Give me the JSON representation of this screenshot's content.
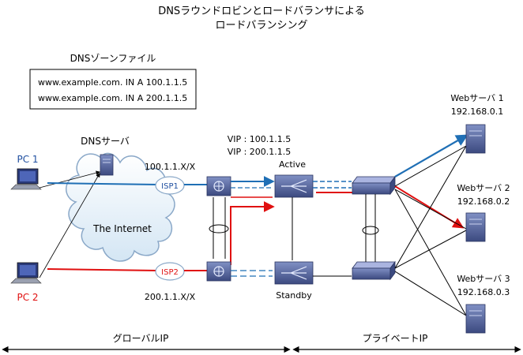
{
  "title_line1": "DNSラウンドロビンとロードバランサによる",
  "title_line2": "ロードバランシング",
  "zone_file": {
    "title": "DNSゾーンファイル",
    "records": [
      "www.example.com. IN A 100.1.1.5",
      "www.example.com. IN A 200.1.1.5"
    ]
  },
  "dns_server_label": "DNSサーバ",
  "pc1_label": "PC 1",
  "pc2_label": "PC 2",
  "internet_label": "The Internet",
  "isp1_label": "ISP1",
  "isp2_label": "ISP2",
  "net1_label": "100.1.1.X/X",
  "net2_label": "200.1.1.X/X",
  "vip1_label": "VIP : 100.1.1.5",
  "vip2_label": "VIP : 200.1.1.5",
  "active_label": "Active",
  "standby_label": "Standby",
  "servers": [
    {
      "name": "Webサーバ 1",
      "ip": "192.168.0.1"
    },
    {
      "name": "Webサーバ 2",
      "ip": "192.168.0.2"
    },
    {
      "name": "Webサーバ 3",
      "ip": "192.168.0.3"
    }
  ],
  "global_ip_label": "グローバルIP",
  "private_ip_label": "プライベートIP",
  "colors": {
    "blue_flow": "#1f6fb5",
    "red_flow": "#e01010",
    "device": "#5a6aa0",
    "pc1_text": "#1f4fa0",
    "pc2_text": "#e01010"
  }
}
